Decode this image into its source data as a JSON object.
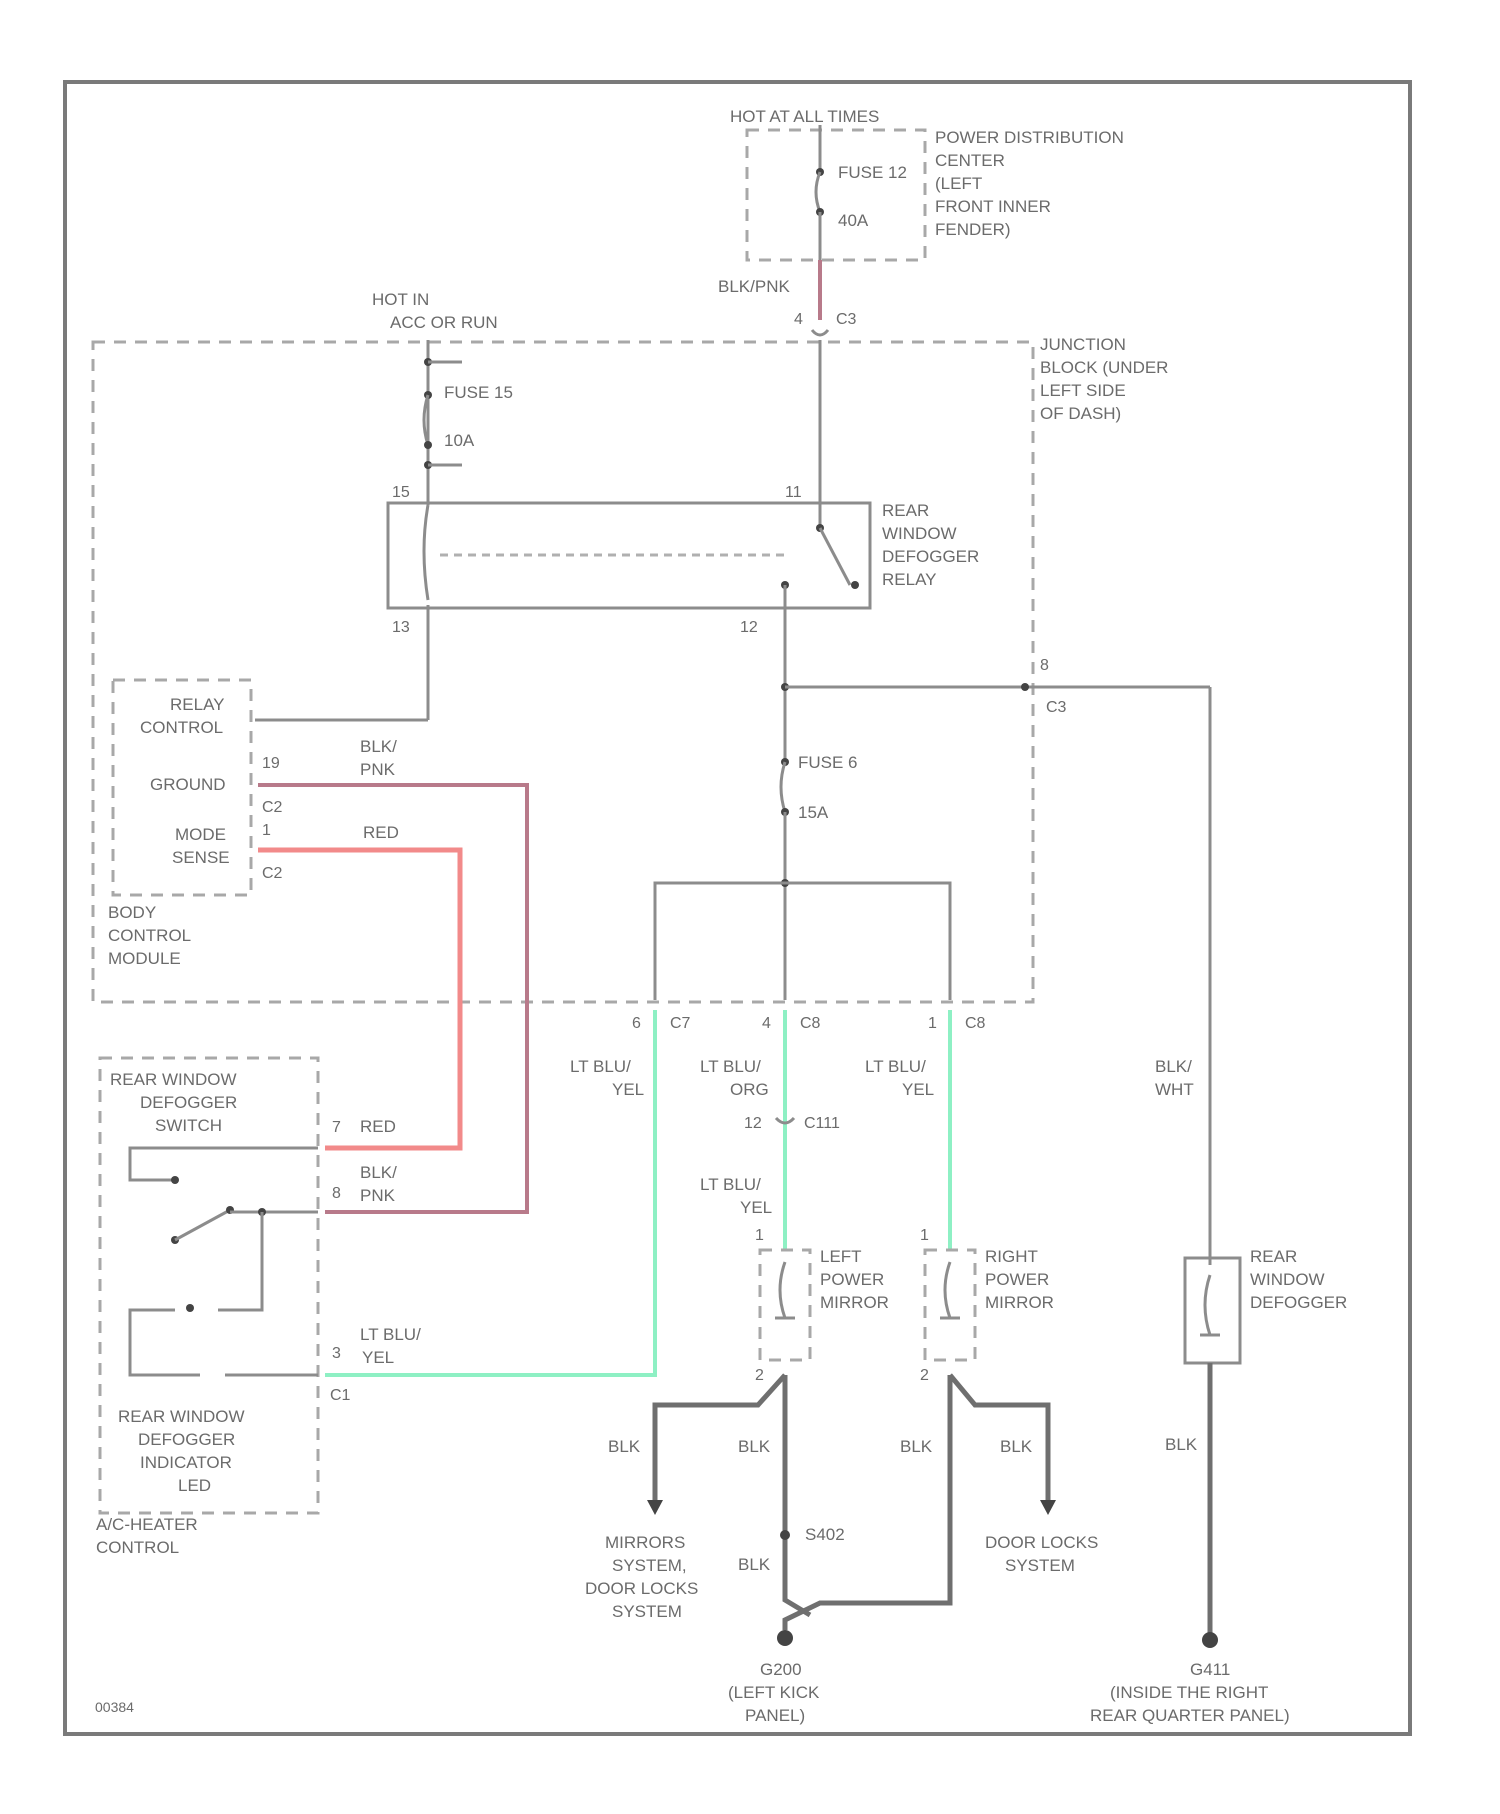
{
  "diagram_id": "00384",
  "power": {
    "hot_at_all_times": "HOT AT ALL TIMES",
    "hot_in_acc_1": "HOT IN",
    "hot_in_acc_2": "ACC OR RUN"
  },
  "pdc": {
    "label": [
      "POWER DISTRIBUTION",
      "CENTER",
      "(LEFT",
      "FRONT INNER",
      "FENDER)"
    ],
    "fuse": "FUSE 12",
    "amps": "40A"
  },
  "junction_block": {
    "label": [
      "JUNCTION",
      "BLOCK (UNDER",
      "LEFT SIDE",
      "OF DASH)"
    ],
    "fuse15": "FUSE 15",
    "fuse15_amps": "10A",
    "fuse6": "FUSE 6",
    "fuse6_amps": "15A"
  },
  "relay": {
    "label": [
      "REAR",
      "WINDOW",
      "DEFOGGER",
      "RELAY"
    ],
    "pin_15": "15",
    "pin_11": "11",
    "pin_13": "13",
    "pin_12": "12"
  },
  "bcm": {
    "relay_control": [
      "RELAY",
      "CONTROL"
    ],
    "ground": "GROUND",
    "mode_sense": [
      "MODE",
      "SENSE"
    ],
    "label": [
      "BODY",
      "CONTROL",
      "MODULE"
    ],
    "pin_19": "19",
    "conn_c2a": "C2",
    "pin_1": "1",
    "conn_c2b": "C2"
  },
  "wires": {
    "blk_pnk_top": "BLK/PNK",
    "c3_top_pin": "4",
    "c3_top": "C3",
    "blk": "BLK/",
    "pnk": "PNK",
    "red": "RED",
    "blk_wht_1": "BLK/",
    "blk_wht_2": "WHT",
    "lt_blu": "LT BLU/",
    "yel": "YEL",
    "org": "ORG",
    "blk_only": "BLK"
  },
  "connectors": {
    "c3_pin": "8",
    "c3": "C3",
    "c7_pin": "6",
    "c7": "C7",
    "c8a_pin": "4",
    "c8a": "C8",
    "c8b_pin": "1",
    "c8b": "C8",
    "c111_pin": "12",
    "c111": "C111",
    "switch_pin_7": "7",
    "switch_pin_8": "8",
    "switch_pin_3": "3",
    "switch_c1": "C1",
    "mirror_pin": "1",
    "mirror_pin2": "2"
  },
  "ac_heater": {
    "switch_label": [
      "REAR WINDOW",
      "DEFOGGER",
      "SWITCH"
    ],
    "indicator_label": [
      "REAR WINDOW",
      "DEFOGGER",
      "INDICATOR",
      "LED"
    ],
    "control_label": [
      "A/C-HEATER",
      "CONTROL"
    ]
  },
  "mirrors": {
    "left": [
      "LEFT",
      "POWER",
      "MIRROR"
    ],
    "right": [
      "RIGHT",
      "POWER",
      "MIRROR"
    ]
  },
  "defogger": [
    "REAR",
    "WINDOW",
    "DEFOGGER"
  ],
  "destinations": {
    "mirrors_sys": [
      "MIRRORS",
      "SYSTEM,",
      "DOOR LOCKS",
      "SYSTEM"
    ],
    "door_locks": [
      "DOOR LOCKS",
      "SYSTEM"
    ]
  },
  "grounds": {
    "s402": "S402",
    "g200": [
      "G200",
      "(LEFT KICK",
      "PANEL)"
    ],
    "g411": [
      "G411",
      "(INSIDE THE RIGHT",
      "REAR QUARTER PANEL)"
    ]
  },
  "colors": {
    "wire_gray": "#8c8c8c",
    "wire_red": "#f28a8a",
    "wire_pink": "#b87a8a",
    "wire_green": "#8ef0c4",
    "wire_black": "#6f6f6f"
  }
}
